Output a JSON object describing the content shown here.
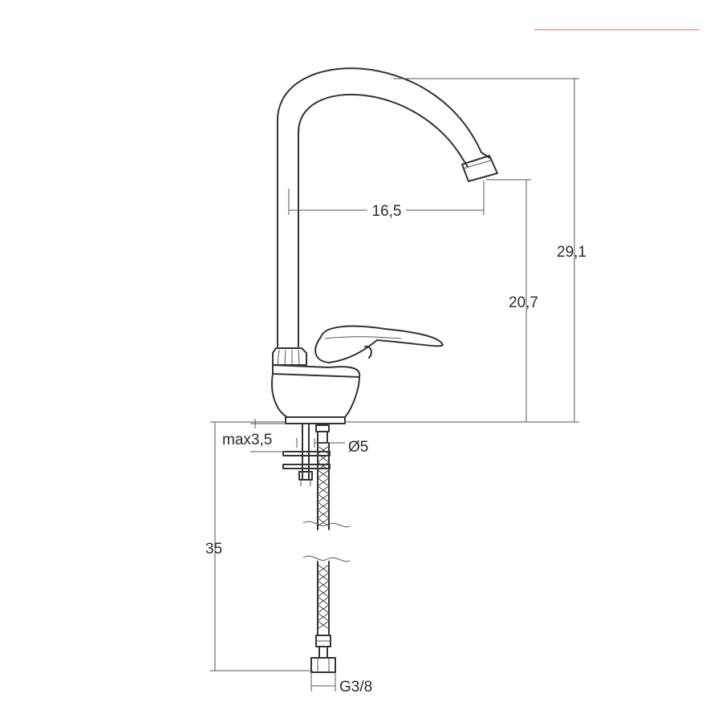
{
  "accent_color": "#e0a17f",
  "line_color": "#333333",
  "dimensions": {
    "spout_reach": "16,5",
    "total_height": "29,1",
    "outlet_height": "20,7",
    "max_thickness": "max3,5",
    "hole_diameter": "Ø5",
    "hose_length": "35",
    "connection": "G3/8"
  }
}
